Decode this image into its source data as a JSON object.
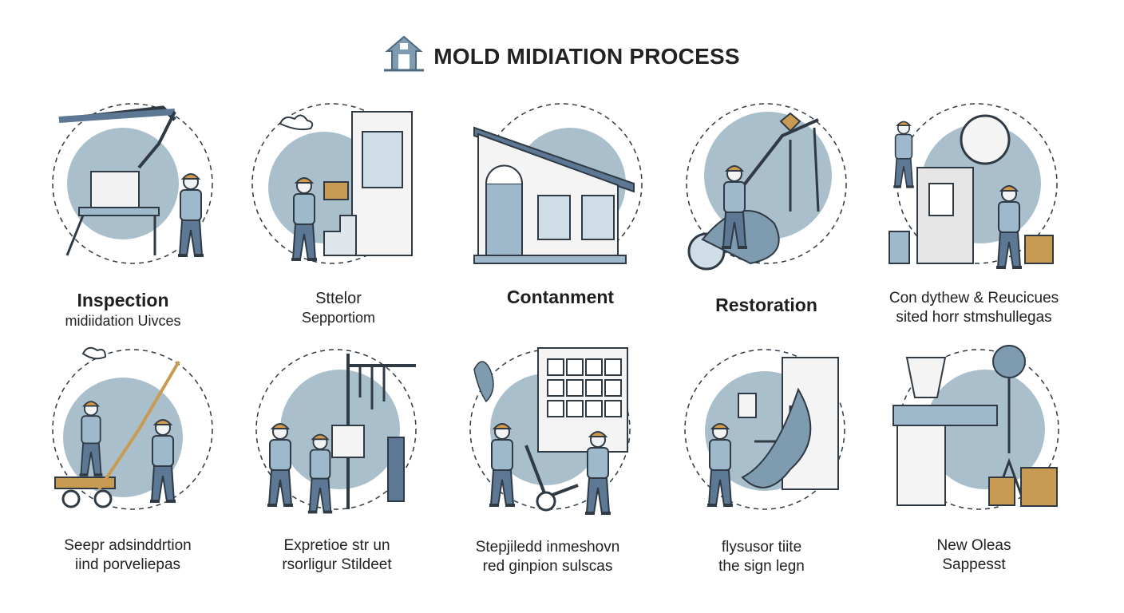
{
  "header": {
    "title": "MOLD MIDIATION PROCESS",
    "logo_icon": "house-icon"
  },
  "colors": {
    "circle": "#a9bfcb",
    "clothing": "#9fb9cc",
    "pants": "#5c7894",
    "cap": "#d49a4b",
    "line": "#2f3a44",
    "box": "#c99b52"
  },
  "steps": [
    {
      "icon": "inspection-worker-icon",
      "lines": [
        "Inspection",
        "midiidation Uivces"
      ]
    },
    {
      "icon": "staircase-window-icon",
      "lines": [
        "Sttelor",
        "Sepportiom"
      ]
    },
    {
      "icon": "house-containment-icon",
      "lines": [
        "Contanment"
      ]
    },
    {
      "icon": "hose-cleaning-icon",
      "lines": [
        "Restoration"
      ]
    },
    {
      "icon": "equipment-cart-icon",
      "lines": [
        "Con dythew & Reucicues",
        "sited horr stmshullegas"
      ]
    },
    {
      "icon": "ladder-scrubbing-icon",
      "lines": [
        "Seepr adsinddrtion",
        "iind porveliepas"
      ]
    },
    {
      "icon": "tool-rack-icon",
      "lines": [
        "Expretioe str un",
        "rsorligur Stildeet"
      ]
    },
    {
      "icon": "window-dolly-icon",
      "lines": [
        "Stepjiledd inmeshovn",
        "red ginpion sulscas"
      ]
    },
    {
      "icon": "wall-repair-icon",
      "lines": [
        "flysusor tiite",
        "the sign legn"
      ]
    },
    {
      "icon": "machinery-boxes-icon",
      "lines": [
        "New Oleas",
        "Sappesst"
      ]
    }
  ]
}
